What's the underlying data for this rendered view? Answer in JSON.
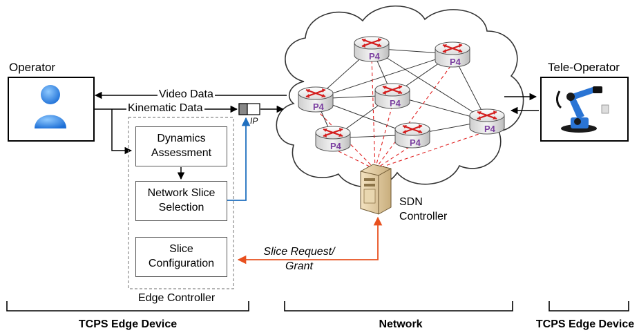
{
  "operator": {
    "label": "Operator"
  },
  "tele_operator": {
    "label": "Tele-Operator"
  },
  "links": {
    "video_data": "Video Data",
    "kinematic_data": "Kinematic Data",
    "ip": "IP"
  },
  "edge_controller": {
    "label": "Edge Controller",
    "blocks": [
      {
        "line1": "Dynamics",
        "line2": "Assessment"
      },
      {
        "line1": "Network Slice",
        "line2": "Selection"
      },
      {
        "line1": "Slice",
        "line2": "Configuration"
      }
    ]
  },
  "sdn": {
    "line1": "SDN",
    "line2": "Controller"
  },
  "slice_request": {
    "line1": "Slice Request/",
    "line2": "Grant"
  },
  "switch_badge": "P4",
  "sections": [
    {
      "label": "TCPS Edge Device"
    },
    {
      "label": "Network"
    },
    {
      "label": "TCPS Edge Device"
    }
  ],
  "colors": {
    "request_arrow": "#e8501e",
    "ip_link": "#1f6fbf",
    "controller_links": "#e02020",
    "router_arrows": "#d41c1c",
    "p4_badge": "#7b3fa0"
  }
}
